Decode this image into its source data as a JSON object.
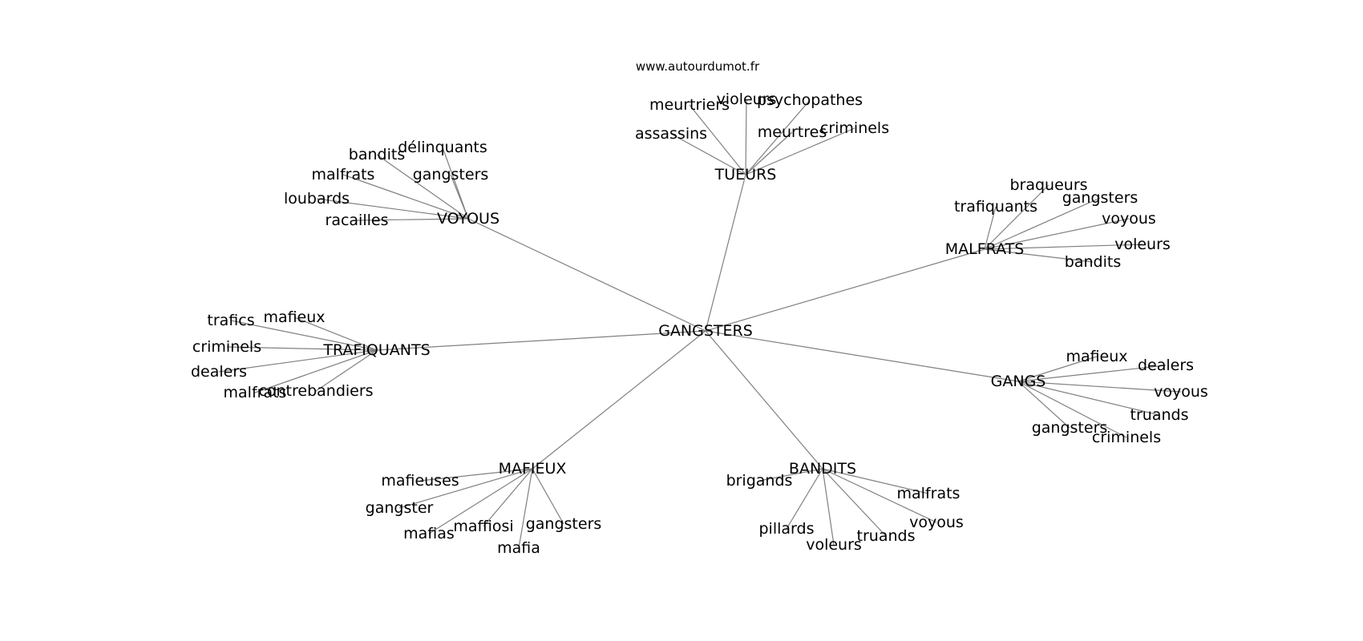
{
  "source": "www.autourdumot.fr",
  "colors": {
    "edge": "#808080",
    "text": "#000000",
    "background": "#ffffff"
  },
  "root": "GANGSTERS",
  "groups": [
    {
      "id": "tueurs",
      "label": "TUEURS",
      "leaves": [
        "meurtriers",
        "violeurs",
        "psychopathes",
        "assassins",
        "meurtres",
        "criminels"
      ]
    },
    {
      "id": "voyous",
      "label": "VOYOUS",
      "leaves": [
        "délinquants",
        "bandits",
        "gangsters",
        "malfrats",
        "loubards",
        "racailles"
      ]
    },
    {
      "id": "malfrats",
      "label": "MALFRATS",
      "leaves": [
        "braqueurs",
        "trafiquants",
        "gangsters",
        "voyous",
        "voleurs",
        "bandits"
      ]
    },
    {
      "id": "trafiquants",
      "label": "TRAFIQUANTS",
      "leaves": [
        "trafics",
        "mafieux",
        "criminels",
        "dealers",
        "malfrats",
        "contrebandiers"
      ]
    },
    {
      "id": "gangs",
      "label": "GANGS",
      "leaves": [
        "mafieux",
        "dealers",
        "voyous",
        "truands",
        "gangsters",
        "criminels"
      ]
    },
    {
      "id": "mafieux",
      "label": "MAFIEUX",
      "leaves": [
        "mafieuses",
        "gangster",
        "mafias",
        "maffiosi",
        "gangsters",
        "mafia"
      ]
    },
    {
      "id": "bandits",
      "label": "BANDITS",
      "leaves": [
        "brigands",
        "malfrats",
        "voyous",
        "pillards",
        "truands",
        "voleurs"
      ]
    }
  ]
}
